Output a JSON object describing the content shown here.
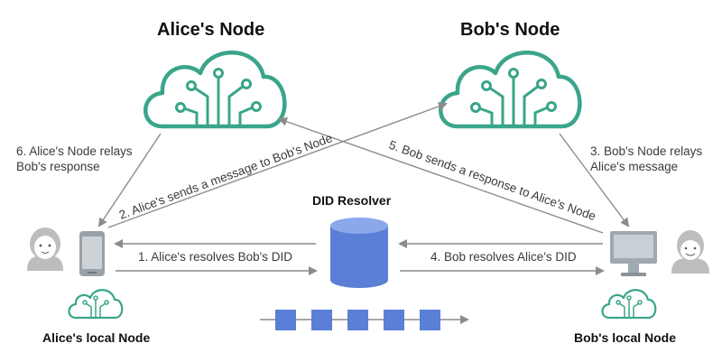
{
  "nodes": {
    "alice_node": "Alice's Node",
    "bob_node": "Bob's Node",
    "did_resolver": "DID Resolver",
    "alice_local": "Alice's local Node",
    "bob_local": "Bob's local Node"
  },
  "steps": {
    "s1": "1. Alice's resolves Bob's DID",
    "s2": "2. Alice's sends a message to Bob's Node",
    "s3_line1": "3. Bob's Node relays",
    "s3_line2": "Alice's message",
    "s4": "4. Bob resolves Alice's DID",
    "s5": "5. Bob sends a response to Alice's Node",
    "s6_line1": "6. Alice's Node relays",
    "s6_line2": "Bob's response"
  },
  "colors": {
    "cloud_green": "#3aa58a",
    "db_blue": "#5b7fd6",
    "arrow_gray": "#8c8c8c"
  },
  "icons": [
    "cloud-circuit-icon",
    "database-icon",
    "phone-icon",
    "monitor-icon",
    "person-female-icon",
    "person-male-icon",
    "block-chain-icon"
  ]
}
